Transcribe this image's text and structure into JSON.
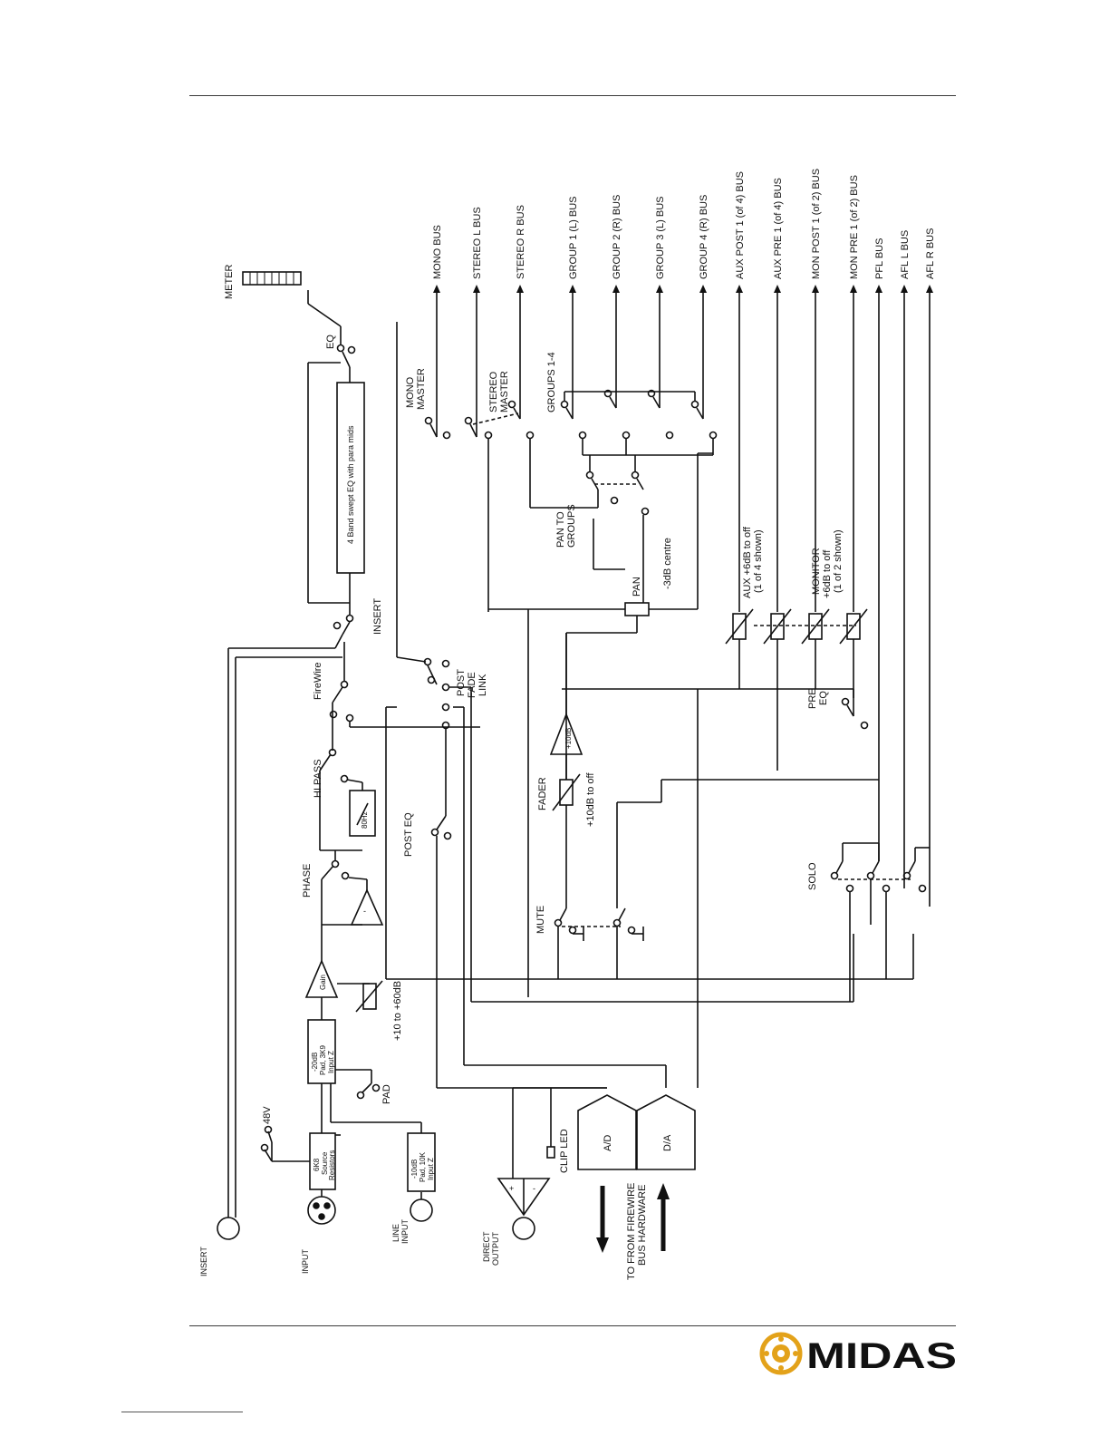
{
  "brand": {
    "name": "MIDAS",
    "color": "#e3a21a"
  },
  "diagram": {
    "buses": [
      {
        "label": "MONO BUS"
      },
      {
        "label": "STEREO L BUS"
      },
      {
        "label": "STEREO R BUS"
      },
      {
        "label": "GROUP 1 (L) BUS"
      },
      {
        "label": "GROUP 2 (R) BUS"
      },
      {
        "label": "GROUP 3 (L) BUS"
      },
      {
        "label": "GROUP 4 (R) BUS"
      },
      {
        "label": "AUX POST 1 (of 4) BUS"
      },
      {
        "label": "AUX PRE 1 (of 4) BUS"
      },
      {
        "label": "MON POST 1 (of 2) BUS"
      },
      {
        "label": "MON PRE 1 (of 2) BUS"
      },
      {
        "label": "PFL BUS"
      },
      {
        "label": "AFL L BUS"
      },
      {
        "label": "AFL R BUS"
      }
    ],
    "inputs": {
      "insert": "INSERT",
      "input": "INPUT",
      "line_input_1": "LINE",
      "line_input_2": "INPUT",
      "direct_output_1": "DIRECT",
      "direct_output_2": "OUTPUT"
    },
    "source_resistors": [
      "6K8",
      "Source",
      "Resistors"
    ],
    "pad_20db": [
      "-20dB",
      "Pad, 3K9",
      "Input Z"
    ],
    "pad_10db": [
      "-10dB",
      "Pad, 10K",
      "Input Z"
    ],
    "labels": {
      "phantom": "48V",
      "pad": "PAD",
      "gain": "Gain",
      "gain_range": "+10 to +60dB",
      "phase": "PHASE",
      "hi_pass": "HI PASS",
      "hpf_freq": "80Hz",
      "firewire": "FireWire",
      "insert": "INSERT",
      "eq_block": "4 Band swept EQ with para mids",
      "eq": "EQ",
      "meter": "METER",
      "post_eq": "POST EQ",
      "post_fade_link_1": "POST",
      "post_fade_link_2": "FADE",
      "post_fade_link_3": "LINK",
      "mono_master_1": "MONO",
      "mono_master_2": "MASTER",
      "stereo_master_1": "STEREO",
      "stereo_master_2": "MASTER",
      "groups": "GROUPS 1-4",
      "pan_to_groups_1": "PAN TO",
      "pan_to_groups_2": "GROUPS",
      "pan": "PAN",
      "pan_centre": "-3dB centre",
      "fader": "FADER",
      "fader_range": "+10dB to off",
      "fader_gain": "+10dB",
      "mute": "MUTE",
      "aux_send_1": "AUX +6dB to off",
      "aux_send_2": "(1 of 4 shown)",
      "monitor_1": "MONITOR",
      "monitor_2": "+6dB to off",
      "monitor_3": "(1 of 2 shown)",
      "pre_eq_1": "PRE",
      "pre_eq_2": "EQ",
      "solo": "SOLO",
      "clip_led": "CLIP LED",
      "ad": "A/D",
      "da": "D/A",
      "firewire_hw_1": "TO FROM FIREWIRE",
      "firewire_hw_2": "BUS HARDWARE"
    }
  }
}
